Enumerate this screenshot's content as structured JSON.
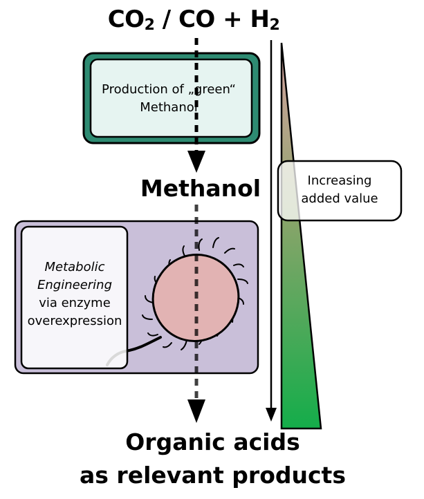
{
  "top_formula": {
    "co2": "CO",
    "co2_sub": "2",
    "middle": " / CO + H",
    "h2_sub": "2"
  },
  "production_box": {
    "line1": "Production of „green“",
    "line2": "Methanol"
  },
  "intermediate_label": "Methanol",
  "value_box": {
    "line1": "Increasing",
    "line2": "added value"
  },
  "engineering_box": {
    "line1": "Metabolic",
    "line2": "Engineering",
    "line3": "via enzyme",
    "line4": "overexpression"
  },
  "product_label": {
    "line1": "Organic acids",
    "line2": "as relevant products"
  },
  "colors": {
    "production_box_border": "#2e8b72",
    "production_box_fill": "#e6f4f1",
    "engineering_box_fill": "#c9bfd9",
    "bacterium_fill": "#e2b3b3",
    "gradient_top": "#d49a9a",
    "gradient_bottom": "#1aab4a"
  }
}
